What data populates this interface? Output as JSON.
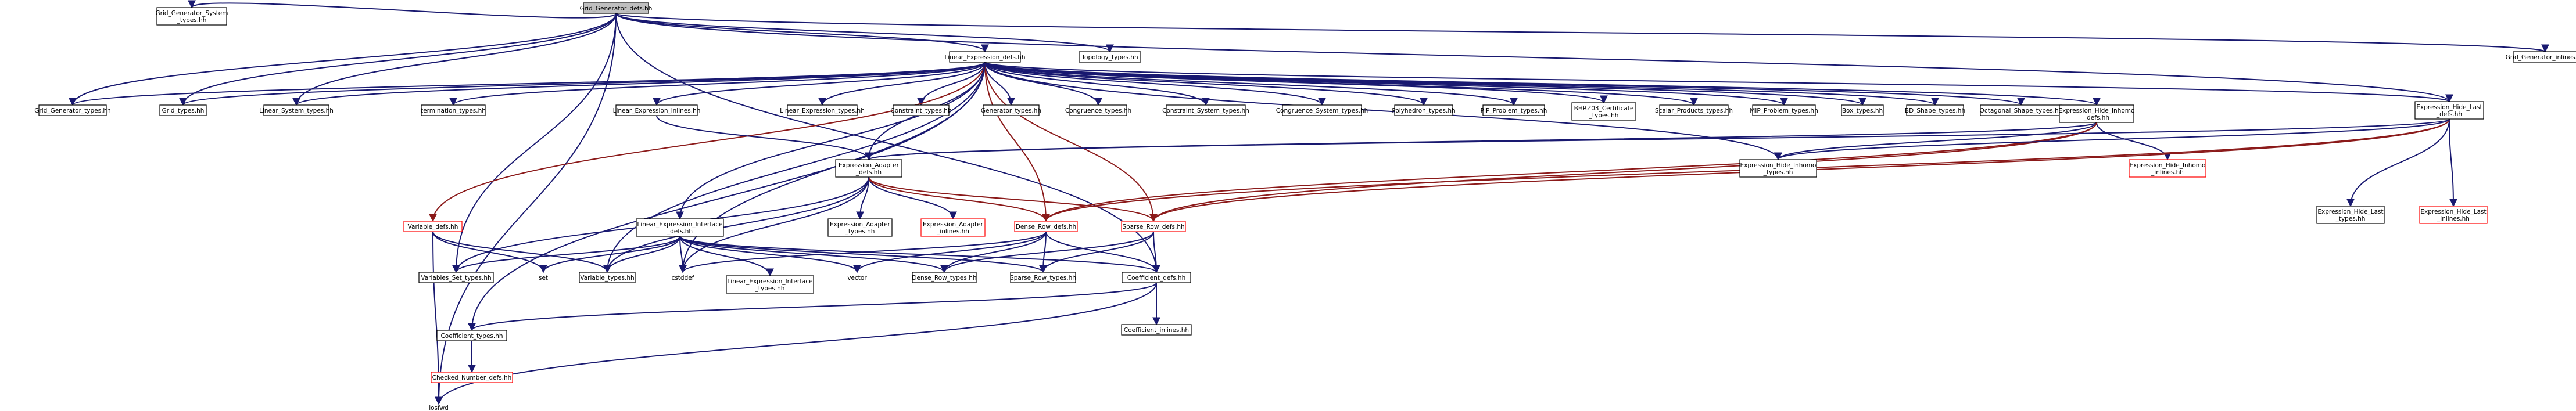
{
  "colors": {
    "edge": "#191970",
    "edge_red": "#8b1a1a",
    "border_red": "#ff0000",
    "root_fill": "#bfbfbf",
    "background": "#ffffff"
  },
  "nodes": [
    {
      "id": "grid_gen_defs",
      "label": [
        "Grid_Generator_defs.hh"
      ],
      "style": "root"
    },
    {
      "id": "grid_gen_system_types",
      "label": [
        "Grid_Generator_System",
        "_types.hh"
      ]
    },
    {
      "id": "topology_types",
      "label": [
        "Topology_types.hh"
      ]
    },
    {
      "id": "grid_gen_inlines",
      "label": [
        "Grid_Generator_inlines.hh"
      ]
    },
    {
      "id": "linear_expr_defs",
      "label": [
        "Linear_Expression_defs.hh"
      ]
    },
    {
      "id": "grid_gen_types",
      "label": [
        "Grid_Generator_types.hh"
      ]
    },
    {
      "id": "grid_types",
      "label": [
        "Grid_types.hh"
      ]
    },
    {
      "id": "linear_system_types",
      "label": [
        "Linear_System_types.hh"
      ]
    },
    {
      "id": "termination_types",
      "label": [
        "termination_types.hh"
      ]
    },
    {
      "id": "linear_expr_inlines",
      "label": [
        "Linear_Expression_inlines.hh"
      ]
    },
    {
      "id": "linear_expr_types",
      "label": [
        "Linear_Expression_types.hh"
      ]
    },
    {
      "id": "constraint_types",
      "label": [
        "Constraint_types.hh"
      ]
    },
    {
      "id": "generator_types",
      "label": [
        "Generator_types.hh"
      ]
    },
    {
      "id": "congruence_types",
      "label": [
        "Congruence_types.hh"
      ]
    },
    {
      "id": "constraint_system_types",
      "label": [
        "Constraint_System_types.hh"
      ]
    },
    {
      "id": "congruence_system_types",
      "label": [
        "Congruence_System_types.hh"
      ]
    },
    {
      "id": "polyhedron_types",
      "label": [
        "Polyhedron_types.hh"
      ]
    },
    {
      "id": "pip_problem_types",
      "label": [
        "PIP_Problem_types.hh"
      ]
    },
    {
      "id": "bhrz03_types",
      "label": [
        "BHRZ03_Certificate",
        "_types.hh"
      ]
    },
    {
      "id": "scalar_products_types",
      "label": [
        "Scalar_Products_types.hh"
      ]
    },
    {
      "id": "mip_problem_types",
      "label": [
        "MIP_Problem_types.hh"
      ]
    },
    {
      "id": "box_types",
      "label": [
        "Box_types.hh"
      ]
    },
    {
      "id": "bd_shape_types",
      "label": [
        "BD_Shape_types.hh"
      ]
    },
    {
      "id": "octagonal_shape_types",
      "label": [
        "Octagonal_Shape_types.hh"
      ]
    },
    {
      "id": "expr_hide_inhomo_defs",
      "label": [
        "Expression_Hide_Inhomo",
        "_defs.hh"
      ]
    },
    {
      "id": "expr_hide_last_defs",
      "label": [
        "Expression_Hide_Last",
        "_defs.hh"
      ]
    },
    {
      "id": "expr_adapter_defs",
      "label": [
        "Expression_Adapter",
        "_defs.hh"
      ]
    },
    {
      "id": "expr_hide_inhomo_types",
      "label": [
        "Expression_Hide_Inhomo",
        "_types.hh"
      ]
    },
    {
      "id": "expr_hide_inhomo_inlines",
      "label": [
        "Expression_Hide_Inhomo",
        "_inlines.hh"
      ],
      "style": "red"
    },
    {
      "id": "expr_hide_last_types",
      "label": [
        "Expression_Hide_Last",
        "_types.hh"
      ]
    },
    {
      "id": "expr_hide_last_inlines",
      "label": [
        "Expression_Hide_Last",
        "_inlines.hh"
      ],
      "style": "red"
    },
    {
      "id": "variable_defs",
      "label": [
        "Variable_defs.hh"
      ],
      "style": "red"
    },
    {
      "id": "linear_expr_interface_defs",
      "label": [
        "Linear_Expression_Interface",
        "_defs.hh"
      ]
    },
    {
      "id": "expr_adapter_types",
      "label": [
        "Expression_Adapter",
        "_types.hh"
      ]
    },
    {
      "id": "expr_adapter_inlines",
      "label": [
        "Expression_Adapter",
        "_inlines.hh"
      ],
      "style": "red"
    },
    {
      "id": "dense_row_defs",
      "label": [
        "Dense_Row_defs.hh"
      ],
      "style": "red"
    },
    {
      "id": "sparse_row_defs",
      "label": [
        "Sparse_Row_defs.hh"
      ],
      "style": "red"
    },
    {
      "id": "variables_set_types",
      "label": [
        "Variables_Set_types.hh"
      ]
    },
    {
      "id": "set",
      "label": [
        "set"
      ],
      "style": "plain"
    },
    {
      "id": "variable_types",
      "label": [
        "Variable_types.hh"
      ]
    },
    {
      "id": "cstddef",
      "label": [
        "cstddef"
      ],
      "style": "plain"
    },
    {
      "id": "linear_expr_interface_types",
      "label": [
        "Linear_Expression_Interface",
        "_types.hh"
      ]
    },
    {
      "id": "vector",
      "label": [
        "vector"
      ],
      "style": "plain"
    },
    {
      "id": "dense_row_types",
      "label": [
        "Dense_Row_types.hh"
      ]
    },
    {
      "id": "sparse_row_types",
      "label": [
        "Sparse_Row_types.hh"
      ]
    },
    {
      "id": "coefficient_defs",
      "label": [
        "Coefficient_defs.hh"
      ]
    },
    {
      "id": "coefficient_types",
      "label": [
        "Coefficient_types.hh"
      ]
    },
    {
      "id": "coefficient_inlines",
      "label": [
        "Coefficient_inlines.hh"
      ]
    },
    {
      "id": "checked_number_defs",
      "label": [
        "Checked_Number_defs.hh"
      ],
      "style": "red"
    },
    {
      "id": "iosfwd",
      "label": [
        "iosfwd"
      ],
      "style": "plain"
    }
  ],
  "edges": [
    [
      "grid_gen_defs",
      "grid_gen_system_types"
    ],
    [
      "grid_gen_defs",
      "topology_types"
    ],
    [
      "grid_gen_defs",
      "grid_gen_inlines"
    ],
    [
      "grid_gen_defs",
      "linear_expr_defs"
    ],
    [
      "grid_gen_defs",
      "grid_gen_types"
    ],
    [
      "grid_gen_defs",
      "grid_types"
    ],
    [
      "grid_gen_defs",
      "linear_system_types"
    ],
    [
      "grid_gen_defs",
      "variables_set_types"
    ],
    [
      "grid_gen_defs",
      "coefficient_defs"
    ],
    [
      "grid_gen_defs",
      "iosfwd"
    ],
    [
      "grid_gen_defs",
      "expr_hide_last_defs"
    ],
    [
      "linear_expr_defs",
      "grid_gen_types"
    ],
    [
      "linear_expr_defs",
      "grid_types"
    ],
    [
      "linear_expr_defs",
      "linear_system_types"
    ],
    [
      "linear_expr_defs",
      "termination_types"
    ],
    [
      "linear_expr_defs",
      "linear_expr_inlines"
    ],
    [
      "linear_expr_defs",
      "linear_expr_types"
    ],
    [
      "linear_expr_defs",
      "constraint_types"
    ],
    [
      "linear_expr_defs",
      "generator_types"
    ],
    [
      "linear_expr_defs",
      "congruence_types"
    ],
    [
      "linear_expr_defs",
      "constraint_system_types"
    ],
    [
      "linear_expr_defs",
      "congruence_system_types"
    ],
    [
      "linear_expr_defs",
      "polyhedron_types"
    ],
    [
      "linear_expr_defs",
      "pip_problem_types"
    ],
    [
      "linear_expr_defs",
      "bhrz03_types"
    ],
    [
      "linear_expr_defs",
      "scalar_products_types"
    ],
    [
      "linear_expr_defs",
      "mip_problem_types"
    ],
    [
      "linear_expr_defs",
      "box_types"
    ],
    [
      "linear_expr_defs",
      "bd_shape_types"
    ],
    [
      "linear_expr_defs",
      "octagonal_shape_types"
    ],
    [
      "linear_expr_defs",
      "expr_hide_inhomo_defs"
    ],
    [
      "linear_expr_defs",
      "expr_hide_last_defs"
    ],
    [
      "linear_expr_defs",
      "expr_adapter_defs"
    ],
    [
      "linear_expr_defs",
      "expr_hide_inhomo_types"
    ],
    [
      "linear_expr_defs",
      "variable_defs",
      "red"
    ],
    [
      "linear_expr_defs",
      "linear_expr_interface_defs"
    ],
    [
      "linear_expr_defs",
      "coefficient_types"
    ],
    [
      "linear_expr_defs",
      "cstddef"
    ],
    [
      "linear_expr_defs",
      "dense_row_defs",
      "red"
    ],
    [
      "linear_expr_defs",
      "sparse_row_defs",
      "red"
    ],
    [
      "linear_expr_defs",
      "variable_types"
    ],
    [
      "linear_expr_inlines",
      "expr_adapter_defs"
    ],
    [
      "expr_hide_inhomo_defs",
      "expr_adapter_defs"
    ],
    [
      "expr_hide_inhomo_defs",
      "expr_hide_inhomo_types"
    ],
    [
      "expr_hide_inhomo_defs",
      "expr_hide_inhomo_inlines"
    ],
    [
      "expr_hide_inhomo_defs",
      "dense_row_defs",
      "red"
    ],
    [
      "expr_hide_inhomo_defs",
      "sparse_row_defs",
      "red"
    ],
    [
      "expr_hide_last_defs",
      "expr_adapter_defs"
    ],
    [
      "expr_hide_last_defs",
      "expr_hide_last_types"
    ],
    [
      "expr_hide_last_defs",
      "expr_hide_last_inlines"
    ],
    [
      "expr_hide_last_defs",
      "dense_row_defs",
      "red"
    ],
    [
      "expr_hide_last_defs",
      "sparse_row_defs",
      "red"
    ],
    [
      "expr_hide_last_defs",
      "expr_hide_inhomo_types"
    ],
    [
      "expr_adapter_defs",
      "expr_adapter_types"
    ],
    [
      "expr_adapter_defs",
      "expr_adapter_inlines"
    ],
    [
      "expr_adapter_defs",
      "variables_set_types"
    ],
    [
      "expr_adapter_defs",
      "variable_types"
    ],
    [
      "expr_adapter_defs",
      "dense_row_defs",
      "red"
    ],
    [
      "expr_adapter_defs",
      "sparse_row_defs",
      "red"
    ],
    [
      "expr_adapter_defs",
      "cstddef"
    ],
    [
      "variable_defs",
      "variable_types"
    ],
    [
      "variable_defs",
      "iosfwd"
    ],
    [
      "variable_defs",
      "set"
    ],
    [
      "linear_expr_interface_defs",
      "variables_set_types"
    ],
    [
      "linear_expr_interface_defs",
      "set"
    ],
    [
      "linear_expr_interface_defs",
      "variable_types"
    ],
    [
      "linear_expr_interface_defs",
      "cstddef"
    ],
    [
      "linear_expr_interface_defs",
      "linear_expr_interface_types"
    ],
    [
      "linear_expr_interface_defs",
      "vector"
    ],
    [
      "linear_expr_interface_defs",
      "dense_row_types"
    ],
    [
      "linear_expr_interface_defs",
      "sparse_row_types"
    ],
    [
      "linear_expr_interface_defs",
      "coefficient_defs"
    ],
    [
      "dense_row_defs",
      "cstddef"
    ],
    [
      "dense_row_defs",
      "vector"
    ],
    [
      "dense_row_defs",
      "dense_row_types"
    ],
    [
      "dense_row_defs",
      "sparse_row_types"
    ],
    [
      "dense_row_defs",
      "coefficient_defs"
    ],
    [
      "sparse_row_defs",
      "dense_row_types"
    ],
    [
      "sparse_row_defs",
      "sparse_row_types"
    ],
    [
      "sparse_row_defs",
      "coefficient_defs"
    ],
    [
      "coefficient_defs",
      "coefficient_types"
    ],
    [
      "coefficient_defs",
      "coefficient_inlines"
    ],
    [
      "coefficient_defs",
      "iosfwd"
    ],
    [
      "coefficient_types",
      "checked_number_defs"
    ]
  ]
}
